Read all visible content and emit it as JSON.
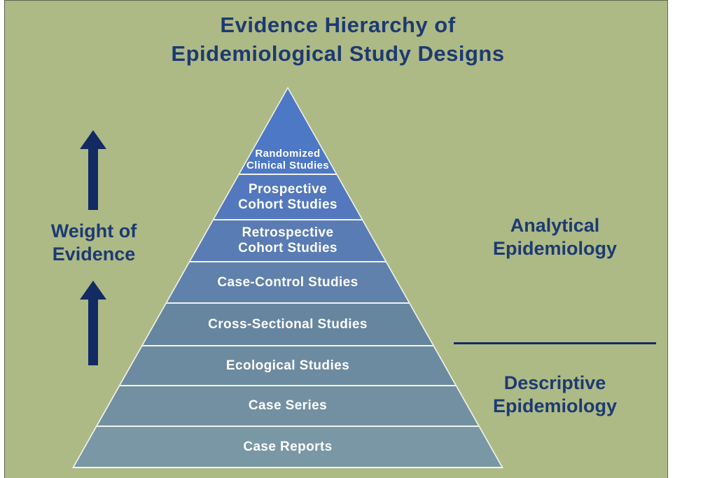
{
  "diagram": {
    "title": "Evidence Hierarchy of\nEpidemiological Study Designs",
    "weight_label": "Weight of\nEvidence",
    "analytical_label": "Analytical\nEpidemiology",
    "descriptive_label": "Descriptive\nEpidemiology",
    "pyramid": {
      "levels": [
        {
          "rank": 1,
          "label": "Randomized\nClinical Studies",
          "color": "#4d78c5"
        },
        {
          "rank": 2,
          "label": "Prospective\nCohort Studies",
          "color": "#5378bd"
        },
        {
          "rank": 3,
          "label": "Retrospective\nCohort Studies",
          "color": "#5a7cb4"
        },
        {
          "rank": 4,
          "label": "Case-Control Studies",
          "color": "#6081ab"
        },
        {
          "rank": 5,
          "label": "Cross-Sectional Studies",
          "color": "#66859f"
        },
        {
          "rank": 6,
          "label": "Ecological Studies",
          "color": "#6d8ba0"
        },
        {
          "rank": 7,
          "label": "Case Series",
          "color": "#7390a2"
        },
        {
          "rank": 8,
          "label": "Case Reports",
          "color": "#7997a5"
        }
      ],
      "level_text_color": "#ffffff",
      "divider_color": "#f2f4ee"
    },
    "colors": {
      "background": "#aeba85",
      "panel_border": "#5f6353",
      "navy": "#132a63",
      "title_navy": "#1d3a72",
      "page": "#ffffff"
    }
  }
}
